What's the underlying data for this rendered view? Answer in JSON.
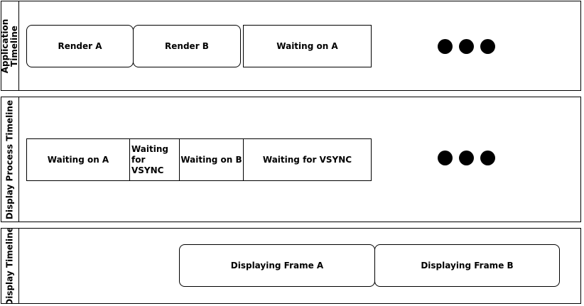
{
  "lanes": [
    {
      "label": "Application Timeline",
      "boxes": [
        "Render A",
        "Render B",
        "Waiting on A"
      ],
      "more_icon": "ellipsis-dots-icon"
    },
    {
      "label": "Display Process Timeline",
      "boxes": [
        "Waiting on A",
        "Waiting for VSYNC",
        "Waiting on B",
        "Waiting for VSYNC"
      ],
      "more_icon": "ellipsis-dots-icon"
    },
    {
      "label": "Display Timeline",
      "boxes": [
        "Displaying Frame A",
        "Displaying Frame B"
      ]
    }
  ]
}
